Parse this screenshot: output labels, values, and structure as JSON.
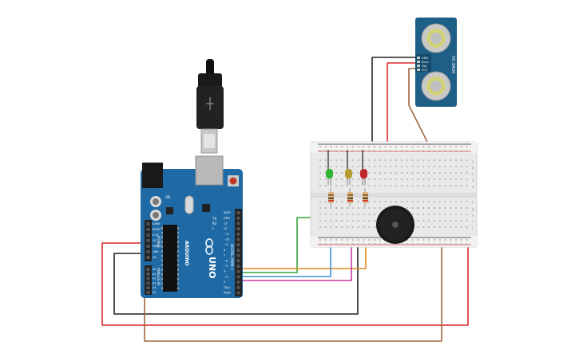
{
  "arduino": {
    "brand": "ARDUINO",
    "model": "UNO",
    "digital_label": "DIGITAL (PWM~)",
    "analog_label": "ANALOG IN",
    "power_label": "POWER",
    "tx_label": "TX",
    "rx_label": "RX",
    "on_label": "ON",
    "l_label": "L",
    "power_pins": [
      "IOREF",
      "RESET",
      "3.3V",
      "5V",
      "GND",
      "GND",
      "Vin"
    ],
    "analog_pins": [
      "A0",
      "A1",
      "A2",
      "A3",
      "A4",
      "A5"
    ],
    "digital_pins": [
      "AREF",
      "GND",
      "13",
      "12",
      "~11",
      "~10",
      "~9",
      "8",
      "7",
      "~6",
      "~5",
      "4",
      "~3",
      "2",
      "TX▸1",
      "RX◂0"
    ]
  },
  "sensor": {
    "pins": [
      "GND",
      "Echo",
      "Trig",
      "VCC"
    ],
    "name": "HC-SR04"
  },
  "breadboard": {
    "row_letters": [
      "a",
      "b",
      "c",
      "d",
      "e",
      "f",
      "g",
      "h",
      "i",
      "j"
    ]
  },
  "colors": {
    "board_blue": "#1f6aa5",
    "sensor_blue": "#1d5f86",
    "wire_red": "#d8282b",
    "wire_black": "#222222",
    "wire_green": "#37a33a",
    "wire_blue": "#3a8fd1",
    "wire_orange": "#e08a1e",
    "wire_pink": "#c83aa0",
    "wire_brown": "#a0663c",
    "led_green": "#2fb52f",
    "led_yellow": "#b59a2f",
    "led_red": "#c0262b"
  }
}
